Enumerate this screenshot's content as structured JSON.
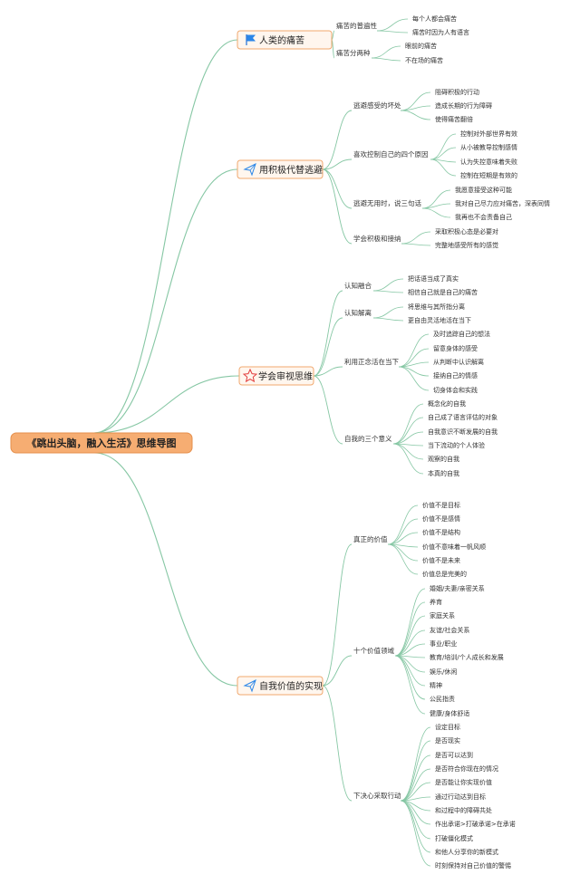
{
  "root": {
    "title": "《跳出头脑，融入生活》思维导图"
  },
  "colors": {
    "line": "#86c7a4",
    "root_fill": "#f6ad72",
    "main_fill": "#fff6ee",
    "main_border": "#f0a86e"
  },
  "branches": [
    {
      "title": "人类的痛苦",
      "icon": "flag-icon",
      "children": [
        {
          "title": "痛苦的普遍性",
          "children": [
            "每个人都会痛苦",
            "痛苦时因为人有语言"
          ]
        },
        {
          "title": "痛苦分两种",
          "children": [
            "眼前的痛苦",
            "不在场的痛苦"
          ]
        }
      ]
    },
    {
      "title": "用积极代替逃避",
      "icon": "paper-plane-icon",
      "children": [
        {
          "title": "逃避感受的坏处",
          "children": [
            "阻碍积极的行动",
            "造成长期的行为障碍",
            "使得痛苦翻倍"
          ]
        },
        {
          "title": "喜欢控制自己的四个原因",
          "children": [
            "控制对外部世界有效",
            "从小被教导控制感情",
            "认为失控意味着失败",
            "控制在短期是有效的"
          ]
        },
        {
          "title": "逃避无用时，说三句话",
          "children": [
            "我愿意接受这种可能",
            "我对自己尽力应对痛苦，深表同情",
            "我再也不会责备自己"
          ]
        },
        {
          "title": "学会积极和接纳",
          "children": [
            "采取积极心态是必要对",
            "完整地感受所有的感觉"
          ]
        }
      ]
    },
    {
      "title": "学会审视思维",
      "icon": "star-icon",
      "children": [
        {
          "title": "认知融合",
          "children": [
            "把话语当成了真实",
            "相信自己就是自己的痛苦"
          ]
        },
        {
          "title": "认知解离",
          "children": [
            "将思维与其所指分离",
            "更自由灵活地活在当下"
          ]
        },
        {
          "title": "利用正念活在当下",
          "children": [
            "及时追踪自己的想法",
            "留意身体的感受",
            "从判断中认识解离",
            "接纳自己的情感",
            "切身体会和实践"
          ]
        },
        {
          "title": "自我的三个意义",
          "children": [
            "概念化的自我",
            "自己成了语言评估的对象",
            "自我意识不断发展的自我",
            "当下流动的个人体验",
            "观察的自我",
            "本真的自我"
          ]
        }
      ]
    },
    {
      "title": "自我价值的实现",
      "icon": "paper-plane-icon",
      "children": [
        {
          "title": "真正的价值",
          "children": [
            "价值不是目标",
            "价值不是感情",
            "价值不是结构",
            "价值不意味着一帆风顺",
            "价值不是未来",
            "价值总是完美的"
          ]
        },
        {
          "title": "十个价值领域",
          "children": [
            "婚姻/夫妻/亲密关系",
            "养育",
            "家庭关系",
            "友谊/社会关系",
            "事业/职业",
            "教育/培训/个人成长和发展",
            "娱乐/休闲",
            "精神",
            "公民指责",
            "健康/身体舒适"
          ]
        },
        {
          "title": "下决心采取行动",
          "children": [
            "设定目标",
            "是否现实",
            "是否可以达到",
            "是否符合你现在的情况",
            "是否能让你实现价值",
            "通过行动达到目标",
            "和过程中的障碍共处",
            "作出承诺>打破承诺>在承诺",
            "打破僵化模式",
            "和他人分享你的新模式",
            "时刻保持对自己价值的警惕"
          ]
        }
      ]
    }
  ]
}
